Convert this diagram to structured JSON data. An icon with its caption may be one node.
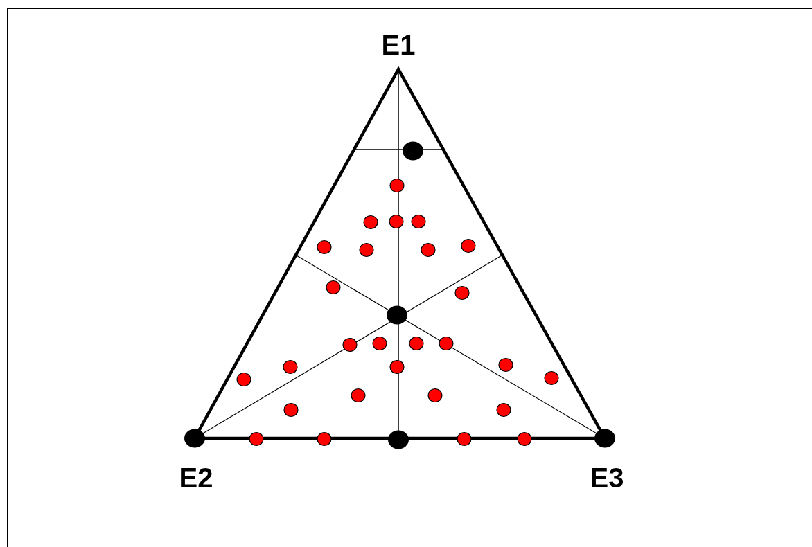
{
  "diagram": {
    "labels": [
      "E1",
      "E2",
      "E3"
    ]
  }
}
